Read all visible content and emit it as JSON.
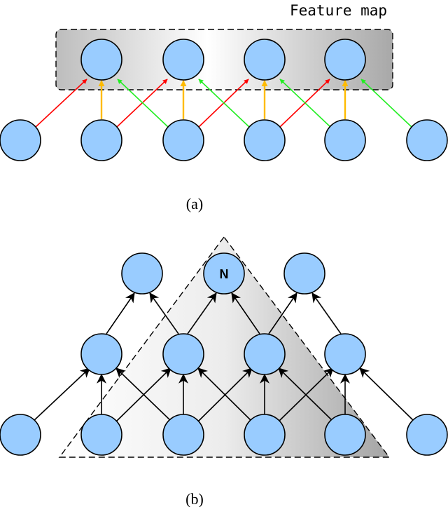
{
  "panel_a": {
    "title": "Feature map",
    "caption": "(a)",
    "colors": {
      "red": "#ff0000",
      "orange": "#ffbb00",
      "green": "#22ee22"
    }
  },
  "panel_b": {
    "caption": "(b)",
    "highlighted_node": "N",
    "arrow_color": "#000000"
  },
  "node_fill": "#99ccff"
}
